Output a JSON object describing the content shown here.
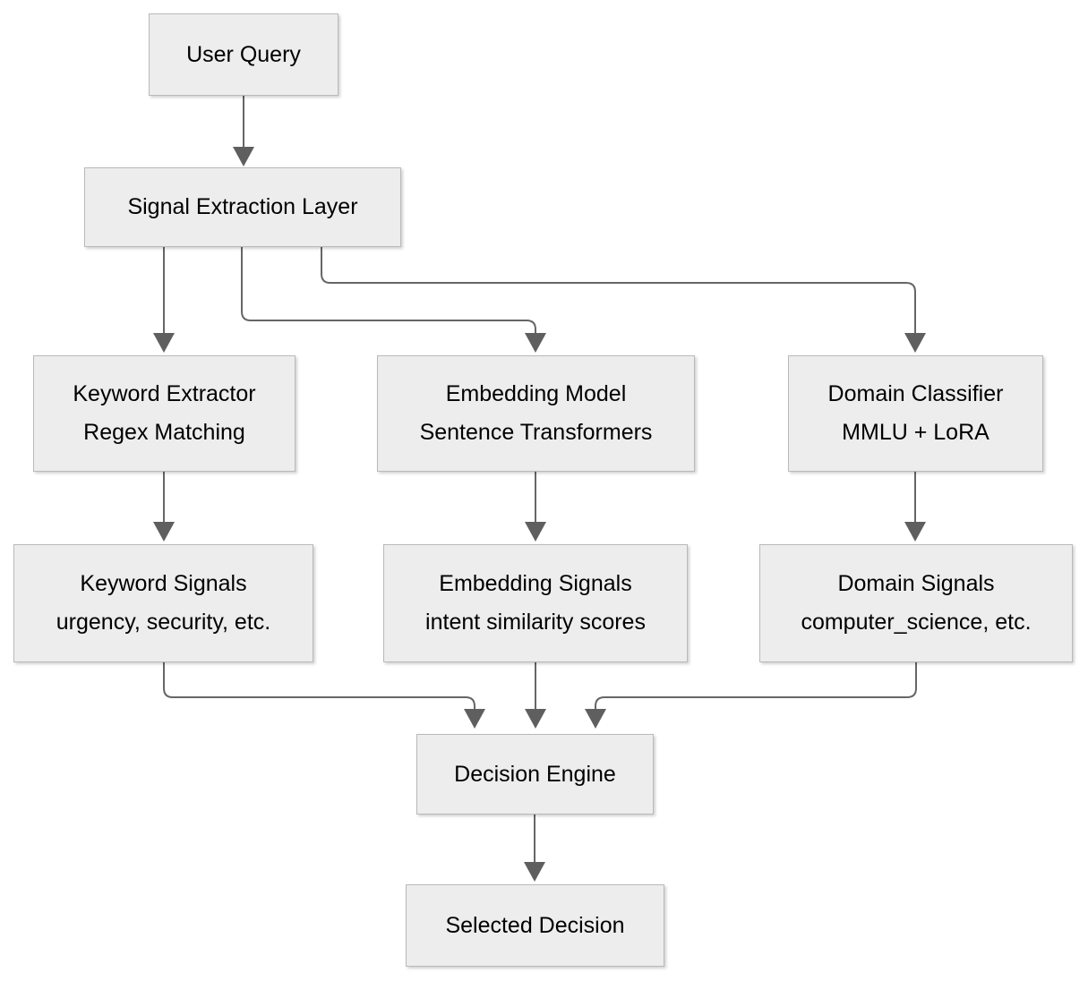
{
  "diagram": {
    "colors": {
      "background": "#ffffff",
      "node_fill": "#ededed",
      "node_border": "#b9b9b9",
      "arrow": "#666666",
      "text": "#000000"
    },
    "nodes": {
      "user_query": {
        "label": "User Query"
      },
      "signal_extraction": {
        "label": "Signal Extraction Layer"
      },
      "keyword_extractor": {
        "line1": "Keyword Extractor",
        "line2": "Regex Matching"
      },
      "embedding_model": {
        "line1": "Embedding Model",
        "line2": "Sentence Transformers"
      },
      "domain_classifier": {
        "line1": "Domain Classifier",
        "line2": "MMLU + LoRA"
      },
      "keyword_signals": {
        "line1": "Keyword Signals",
        "line2": "urgency, security, etc."
      },
      "embedding_signals": {
        "line1": "Embedding Signals",
        "line2": "intent similarity scores"
      },
      "domain_signals": {
        "line1": "Domain Signals",
        "line2": "computer_science, etc."
      },
      "decision_engine": {
        "label": "Decision Engine"
      },
      "selected_decision": {
        "label": "Selected Decision"
      }
    },
    "edges": [
      {
        "from": "user_query",
        "to": "signal_extraction"
      },
      {
        "from": "signal_extraction",
        "to": "keyword_extractor"
      },
      {
        "from": "signal_extraction",
        "to": "embedding_model"
      },
      {
        "from": "signal_extraction",
        "to": "domain_classifier"
      },
      {
        "from": "keyword_extractor",
        "to": "keyword_signals"
      },
      {
        "from": "embedding_model",
        "to": "embedding_signals"
      },
      {
        "from": "domain_classifier",
        "to": "domain_signals"
      },
      {
        "from": "keyword_signals",
        "to": "decision_engine"
      },
      {
        "from": "embedding_signals",
        "to": "decision_engine"
      },
      {
        "from": "domain_signals",
        "to": "decision_engine"
      },
      {
        "from": "decision_engine",
        "to": "selected_decision"
      }
    ]
  }
}
